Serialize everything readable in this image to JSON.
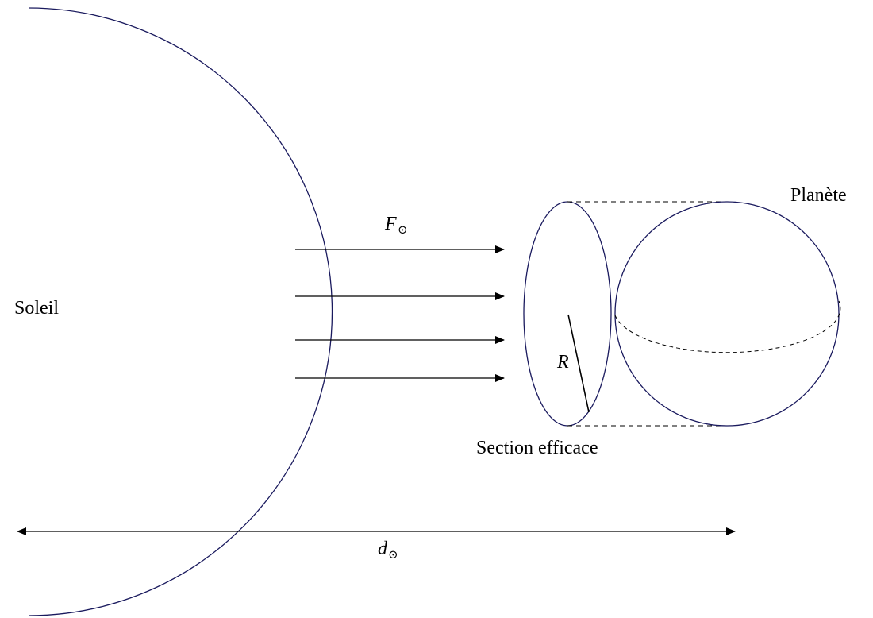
{
  "labels": {
    "sun": "Soleil",
    "planet": "Planète",
    "cross_section": "Section efficace",
    "radius": "R",
    "flux_symbol": "F",
    "distance_symbol": "d",
    "sun_subscript": "⊙"
  },
  "colors": {
    "outline": "#1a1a5e",
    "arrows": "#000000",
    "background": "#ffffff"
  }
}
